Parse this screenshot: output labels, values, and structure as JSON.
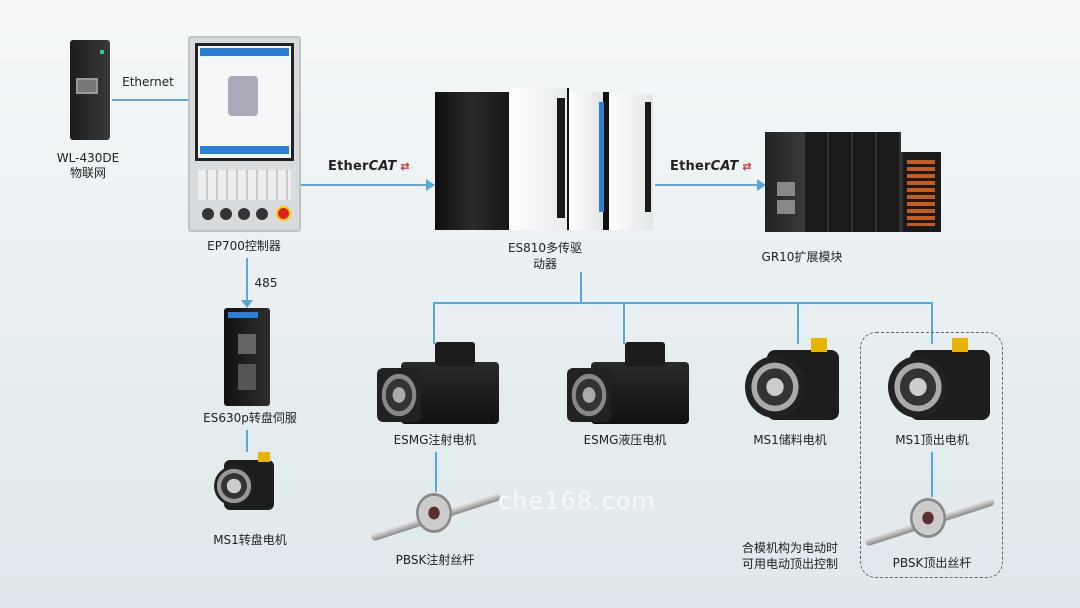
{
  "nodes": {
    "gateway": {
      "name": "WL-430DE",
      "sub": "物联网"
    },
    "controller": {
      "name": "EP700控制器"
    },
    "turntable_servo": {
      "name": "ES630p转盘伺服"
    },
    "turntable_motor": {
      "name": "MS1转盘电机"
    },
    "drive": {
      "line1": "ES810多传驱",
      "line2": "动器"
    },
    "io_module": {
      "name": "GR10扩展模块"
    },
    "injection_motor": {
      "name": "ESMG注射电机"
    },
    "hydraulic_motor": {
      "name": "ESMG液压电机"
    },
    "storage_motor": {
      "name": "MS1储料电机"
    },
    "eject_motor": {
      "name": "MS1顶出电机"
    },
    "injection_screw": {
      "name": "PBSK注射丝杆"
    },
    "eject_screw": {
      "name": "PBSK顶出丝杆"
    }
  },
  "links": {
    "ethernet": "Ethernet",
    "rs485": "485",
    "ethercat1": {
      "a": "Ether",
      "b": "CAT"
    },
    "ethercat2": {
      "a": "Ether",
      "b": "CAT"
    }
  },
  "note": {
    "line1": "合模机构为电动时",
    "line2": "可用电动顶出控制"
  },
  "watermark": "che168.com",
  "colors": {
    "line": "#5aa7d4",
    "ethercat_red": "#d12a2a"
  }
}
